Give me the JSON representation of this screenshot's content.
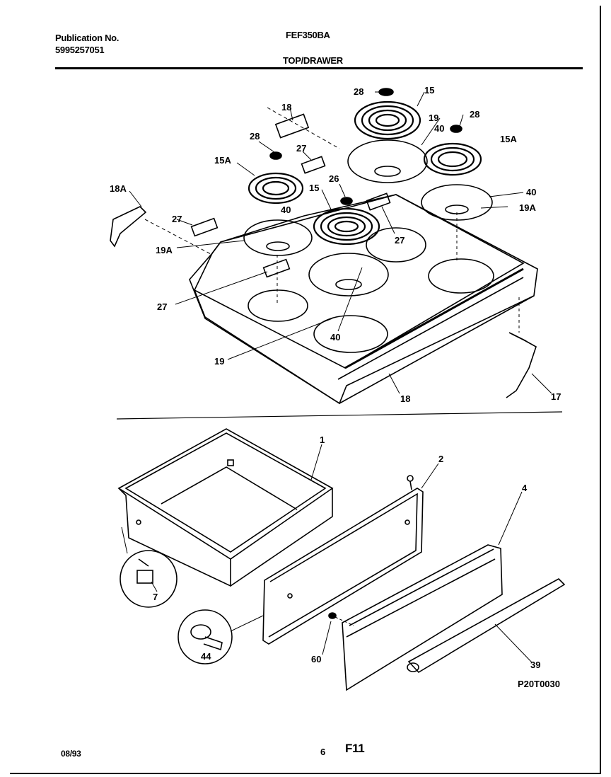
{
  "header": {
    "publication_label": "Publication No.",
    "publication_number": "5995257051",
    "model": "FEF350BA",
    "section": "TOP/DRAWER"
  },
  "footer": {
    "date": "08/93",
    "page_number": "6",
    "figure": "F11"
  },
  "drawing_code": "P20T0030",
  "callouts": {
    "c28a": "28",
    "c15a": "15",
    "c18a": "18",
    "c19a": "19",
    "c28b": "28",
    "c40a": "40",
    "c15A_r": "15A",
    "c28c": "28",
    "c27a": "27",
    "c15A_l": "15A",
    "c26": "26",
    "c15b": "15",
    "c18A": "18A",
    "c40b": "40",
    "c27b": "27",
    "c40c": "40",
    "c19A_r": "19A",
    "c27c": "27",
    "c19A_l": "19A",
    "c27d": "27",
    "c40d": "40",
    "c19b": "19",
    "c18b": "18",
    "c17": "17",
    "c1": "1",
    "c2": "2",
    "c4": "4",
    "c7": "7",
    "c44": "44",
    "c60": "60",
    "c39": "39"
  }
}
